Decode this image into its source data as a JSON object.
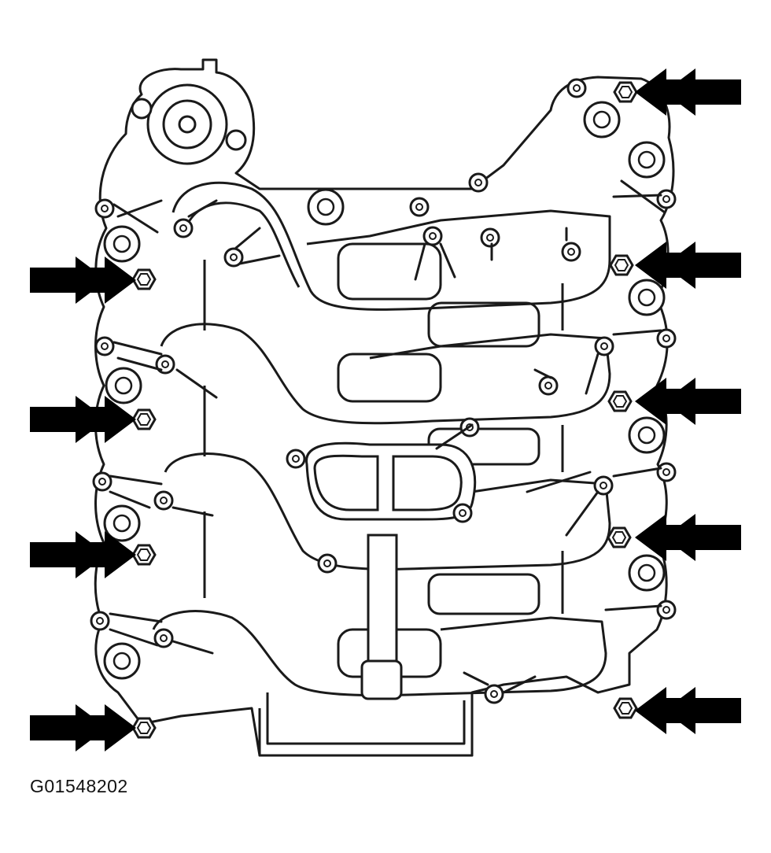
{
  "figure": {
    "id_label": "G01548202"
  },
  "colors": {
    "line": "#1a1a1a",
    "arrow": "#000000",
    "background": "#ffffff"
  },
  "callouts": {
    "left_arrow_count": 4,
    "right_arrow_count": 5,
    "arrow_icon": "arrow-pointing-to-fastener"
  },
  "fasteners": {
    "hex_nut_count": 9
  }
}
